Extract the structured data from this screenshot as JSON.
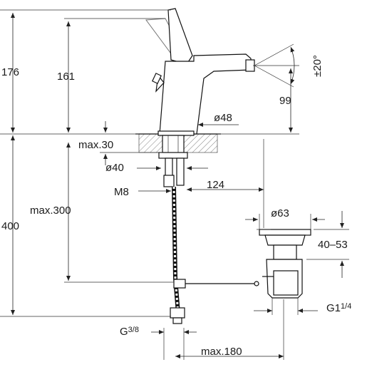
{
  "dimensions": {
    "height_total": "176",
    "height_spout": "161",
    "angle": "±20°",
    "outlet_height": "99",
    "body_diameter": "ø48",
    "deck_thickness": "max.30",
    "hole_diameter": "ø40",
    "thread": "M8",
    "hose_reach": "124",
    "waste_diameter": "ø63",
    "waste_height": "40–53",
    "rod_length": "max.300",
    "total_below": "400",
    "waste_thread_main": "G1",
    "waste_thread_frac": "1/4",
    "connection_main": "G",
    "connection_frac": "3/8",
    "rod_spacing": "max.180"
  }
}
